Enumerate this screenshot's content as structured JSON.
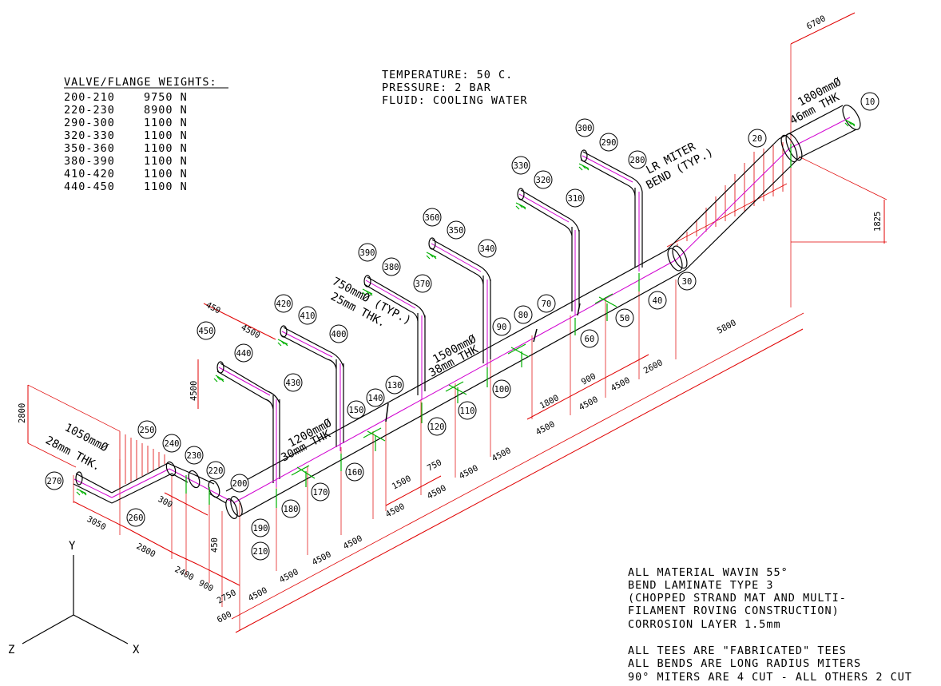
{
  "weights": {
    "title": "VALVE/FLANGE WEIGHTS:",
    "rows": [
      {
        "range": "200-210",
        "weight": "9750  N"
      },
      {
        "range": "220-230",
        "weight": "8900  N"
      },
      {
        "range": "290-300",
        "weight": "1100  N"
      },
      {
        "range": "320-330",
        "weight": "1100  N"
      },
      {
        "range": "350-360",
        "weight": "1100  N"
      },
      {
        "range": "380-390",
        "weight": "1100  N"
      },
      {
        "range": "410-420",
        "weight": "1100  N"
      },
      {
        "range": "440-450",
        "weight": "1100  N"
      }
    ]
  },
  "conditions": [
    "TEMPERATURE: 50 C.",
    "PRESSURE: 2 BAR",
    "FLUID: COOLING WATER"
  ],
  "material_notes": [
    "ALL MATERIAL WAVIN 55°",
    "BEND LAMINATE TYPE 3",
    "(CHOPPED STRAND MAT AND MULTI-",
    "FILAMENT ROVING CONSTRUCTION)",
    "CORROSION LAYER 1.5mm"
  ],
  "fabrication_notes": [
    "ALL TEES ARE \"FABRICATED\" TEES",
    "ALL BENDS ARE LONG RADIUS MITERS",
    "90° MITERS ARE 4   CUT - ALL OTHERS 2 CUT"
  ],
  "pipe_labels": {
    "p1800a": "1800mmØ",
    "p1800b": "46mm THK",
    "miter_a": "LR MITER",
    "miter_b": "BEND (TYP.)",
    "p750a": "750mmØ (TYP.)",
    "p750b": "25mm THK.",
    "p1500a": "1500mmØ",
    "p1500b": "38mm THK",
    "p1200a": "1200mmØ",
    "p1200b": "30mm THK",
    "p1050a": "1050mmØ",
    "p1050b": "28mm THK."
  },
  "axes": {
    "y": "Y",
    "z": "Z",
    "x": "X"
  },
  "nodes": [
    "10",
    "20",
    "30",
    "40",
    "50",
    "60",
    "70",
    "80",
    "90",
    "100",
    "110",
    "120",
    "130",
    "140",
    "150",
    "160",
    "170",
    "180",
    "190",
    "200",
    "210",
    "220",
    "230",
    "240",
    "250",
    "260",
    "270",
    "280",
    "290",
    "300",
    "310",
    "320",
    "330",
    "340",
    "350",
    "360",
    "370",
    "380",
    "390",
    "400",
    "410",
    "420",
    "430",
    "440",
    "450"
  ],
  "dimensions": {
    "d6700": "6700",
    "d1825": "1825",
    "d5800": "5800",
    "d2600": "2600",
    "d4500a": "4500",
    "d900": "900",
    "d4500b": "4500",
    "d1800": "1800",
    "d4500c": "4500",
    "d4500d": "4500",
    "d4500e": "4500",
    "d750": "750",
    "d1500": "1500",
    "d4500f": "4500",
    "d4500g": "4500",
    "d4500h": "4500",
    "d4500i": "4500",
    "d4500j": "4500",
    "d2750": "2750",
    "d600": "600",
    "d900b": "900",
    "d2400": "2400",
    "d2800": "2800",
    "d3050": "3050",
    "d300": "300",
    "d450a": "450",
    "d450b": "450",
    "d4500k": "4500",
    "d4500l": "4500",
    "d2800v": "2800"
  }
}
